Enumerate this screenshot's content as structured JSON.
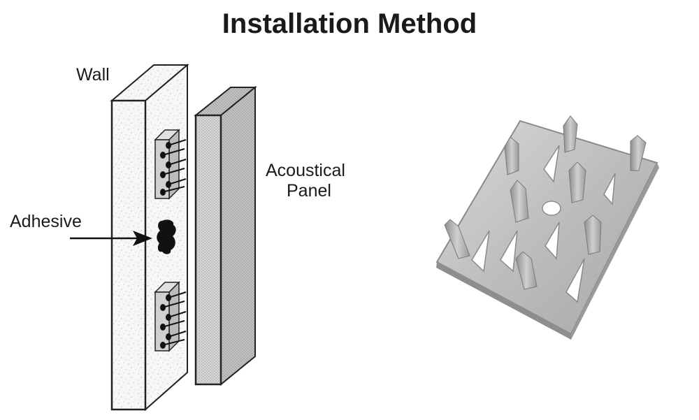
{
  "title": "Installation Method",
  "labels": {
    "wall": "Wall",
    "panel_line1": "Acoustical",
    "panel_line2": "Panel",
    "adhesive": "Adhesive"
  }
}
